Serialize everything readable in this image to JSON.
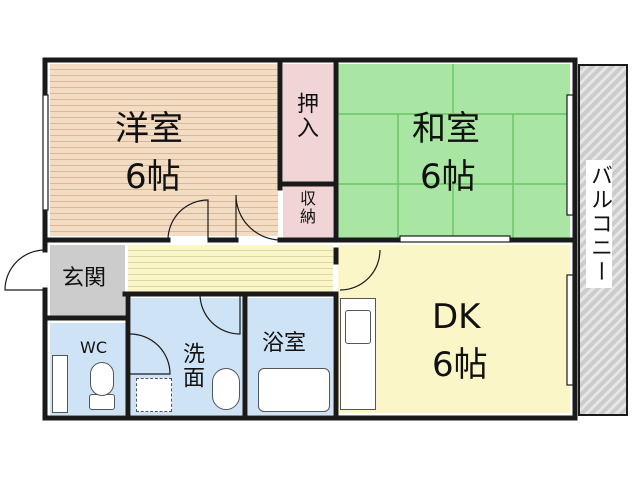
{
  "rooms": {
    "western": {
      "name": "洋室",
      "size": "6帖"
    },
    "japanese": {
      "name": "和室",
      "size": "6帖"
    },
    "dk": {
      "name": "DK",
      "size": "6帖"
    },
    "closet1": {
      "name": "押入"
    },
    "closet2": {
      "name": "収納"
    },
    "entrance": {
      "name": "玄関"
    },
    "wc": {
      "name": "WC"
    },
    "washroom": {
      "name": "洗面"
    },
    "bath": {
      "name": "浴室"
    },
    "balcony": {
      "name": "バルコニー"
    }
  },
  "colors": {
    "western_floor": "#f2dcc4",
    "western_lines": "#d9b896",
    "japanese_floor": "#a9e6a3",
    "japanese_lines": "#6cc46a",
    "dk_floor": "#fbf6c8",
    "closet": "#f1d4d6",
    "wet_area": "#cfe3f6",
    "entrance": "#cccccc",
    "balcony": "#cccccc",
    "wall": "#1a1a1a"
  }
}
